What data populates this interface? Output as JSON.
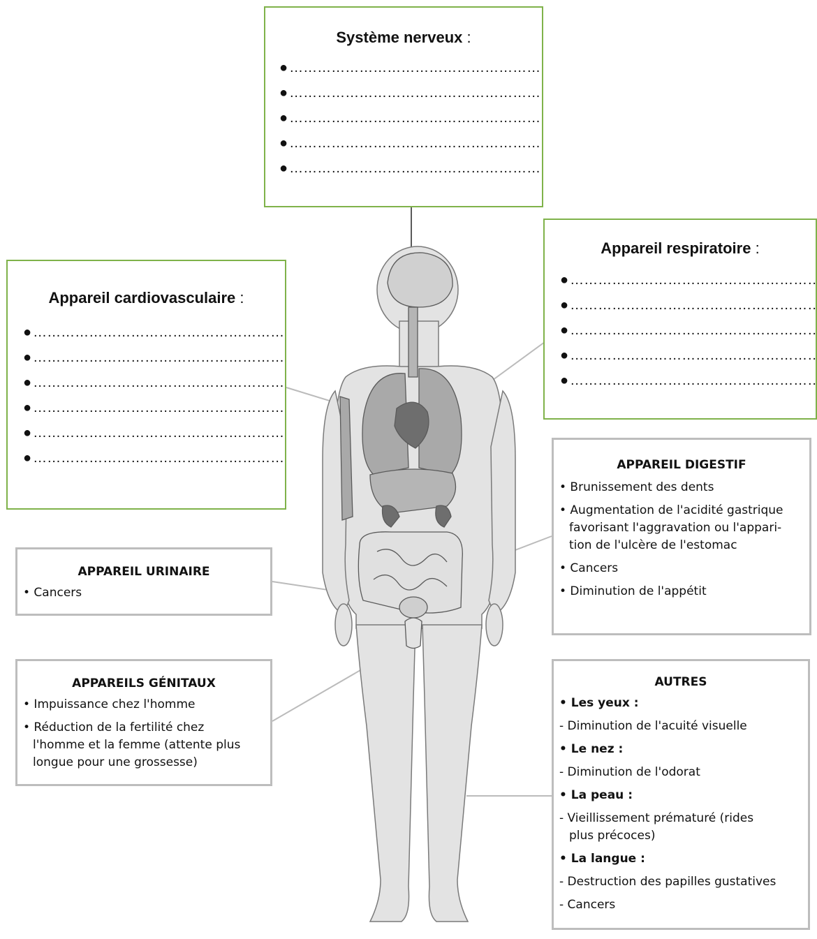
{
  "placeholder_line": "………………………………………………………",
  "bullet": "●",
  "systeme_nerveux": {
    "title": "Système nerveux",
    "colon": " :",
    "lines": 5
  },
  "appareil_respiratoire": {
    "title": "Appareil respiratoire",
    "colon": " :",
    "lines": 5
  },
  "appareil_cardiovasculaire": {
    "title": "Appareil cardiovasculaire",
    "colon": " :",
    "lines": 6
  },
  "appareil_digestif": {
    "title": "APPAREIL DIGESTIF",
    "items": [
      "• Brunissement des dents",
      "• Augmentation de l'acidité gastrique",
      "favorisant l'aggravation ou l'appari-",
      "tion de l'ulcère de l'estomac",
      "• Cancers",
      "• Diminution de l'appétit"
    ]
  },
  "appareil_urinaire": {
    "title": "APPAREIL URINAIRE",
    "items": [
      "• Cancers"
    ]
  },
  "appareils_genitaux": {
    "title": "APPAREILS GÉNITAUX",
    "items": [
      "• Impuissance chez l'homme",
      "• Réduction de la fertilité chez",
      "l'homme et la femme (attente plus",
      "longue pour une grossesse)"
    ]
  },
  "autres": {
    "title": "AUTRES",
    "items": [
      "• Les yeux :",
      "- Diminution de l'acuité visuelle",
      "• Le nez :",
      "- Diminution de l'odorat",
      "• La peau :",
      "- Vieillissement prématuré (rides",
      "plus précoces)",
      "• La langue :",
      "- Destruction des papilles gustatives",
      "- Cancers"
    ]
  },
  "colors": {
    "green_border": "#7fb24a",
    "grey_border": "#bdbdbd",
    "body_fill": "#e3e3e3",
    "organ_fill": "#a9a9a9",
    "dark_organ": "#6e6e6e"
  }
}
